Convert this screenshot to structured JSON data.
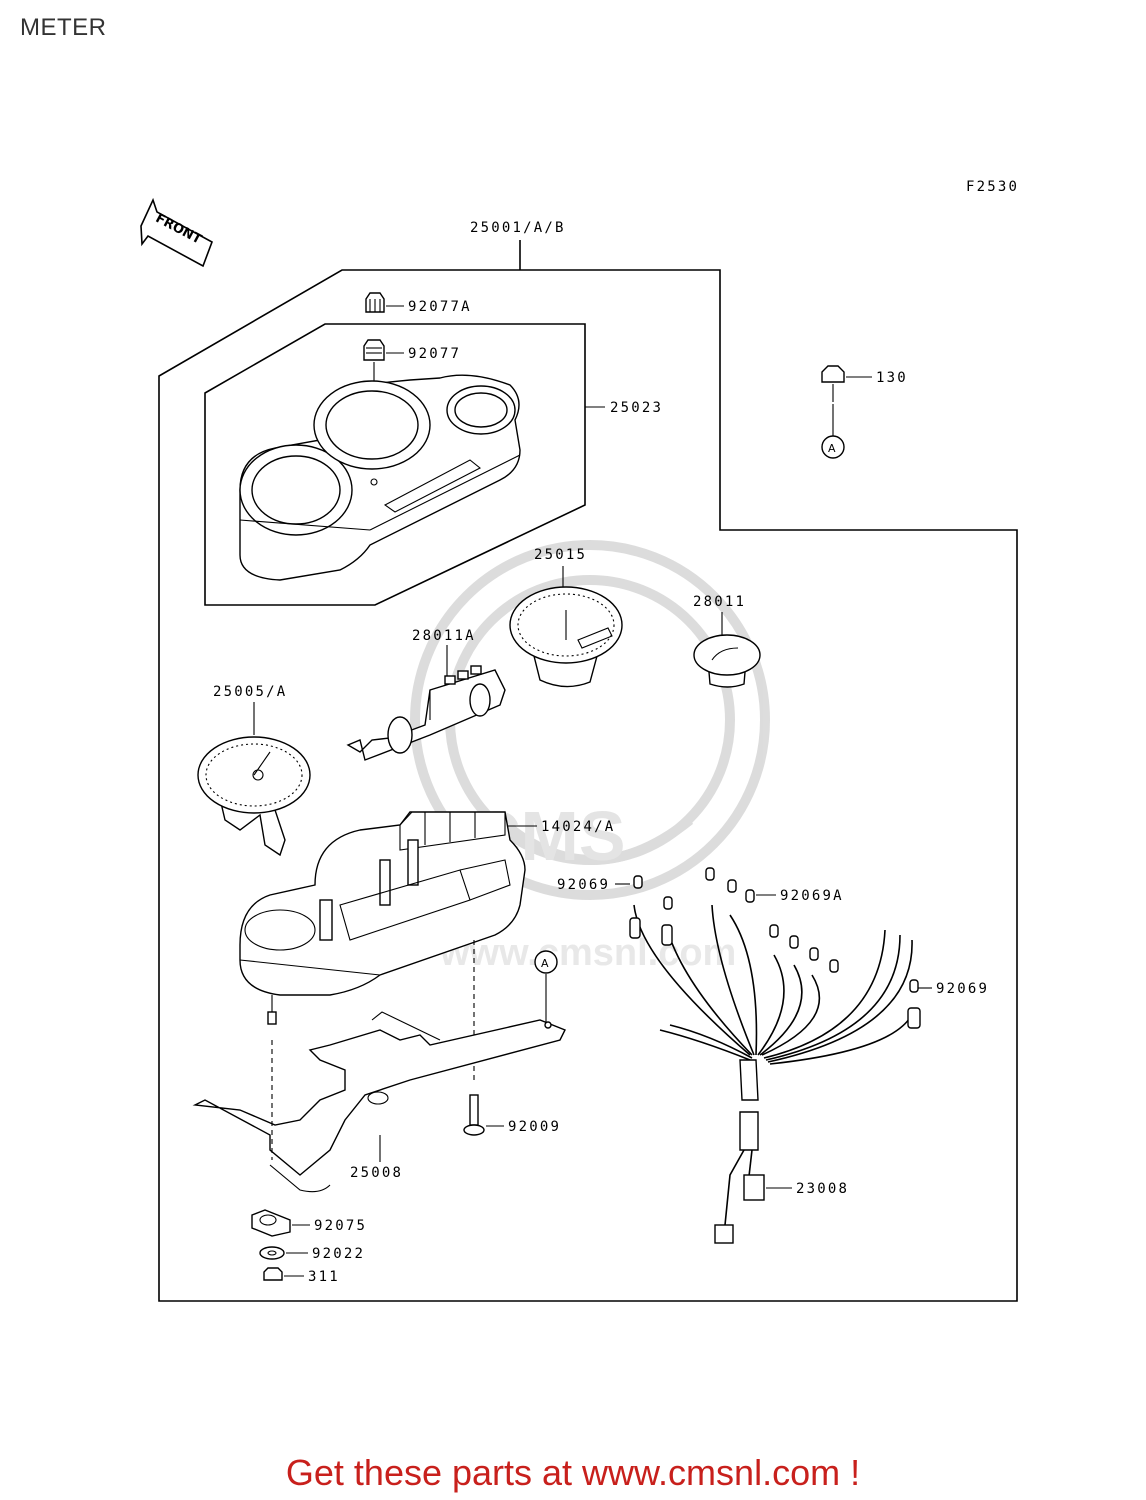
{
  "page": {
    "title": "METER",
    "footer": "Get these parts at www.cmsnl.com !",
    "footer_color": "#c8201c"
  },
  "diagram": {
    "figure_code": "F2530",
    "front_marker": "FRONT",
    "ref_marker": "A",
    "labels": {
      "assembly": "25001/A/B",
      "p92077A": "92077A",
      "p92077": "92077",
      "p25023": "25023",
      "p130": "130",
      "p25015": "25015",
      "p28011": "28011",
      "p28011A": "28011A",
      "p25005A": "25005/A",
      "p14024A": "14024/A",
      "p92069_left": "92069",
      "p92069A": "92069A",
      "p92069_right": "92069",
      "p92009": "92009",
      "p25008": "25008",
      "p23008": "23008",
      "p92075": "92075",
      "p92022": "92022",
      "p311": "311"
    }
  }
}
